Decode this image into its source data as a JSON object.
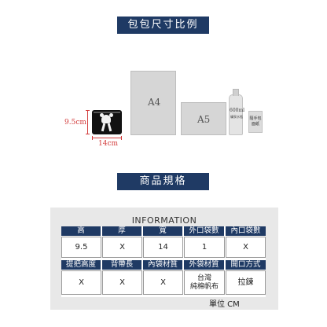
{
  "banners": {
    "size_ratio": "包包尺寸比例",
    "specs": "商品規格"
  },
  "size_compare": {
    "height_label": "9.5cm",
    "width_label": "14cm",
    "a4_label": "A4",
    "a5_label": "A5",
    "bottle_label": "600ml",
    "bottle_sub": "礦泉水瓶",
    "tissue_label": "隨手包 面紙"
  },
  "spec_table": {
    "title": "INFORMATION",
    "headers_row1": [
      "高",
      "厚",
      "寬",
      "外口袋數",
      "內口袋數"
    ],
    "values_row1": [
      "9.5",
      "X",
      "14",
      "1",
      "X"
    ],
    "headers_row2": [
      "提把高度",
      "背帶長",
      "內袋材質",
      "外袋材質",
      "開口方式"
    ],
    "values_row2": [
      "X",
      "X",
      "X",
      "台灣\n純棉帆布",
      "拉鍊"
    ],
    "unit": "單位 CM"
  },
  "colors": {
    "navy": "#1f3a64",
    "dimension_red": "#d23a3a",
    "frame_grey": "#e8e8e8"
  }
}
